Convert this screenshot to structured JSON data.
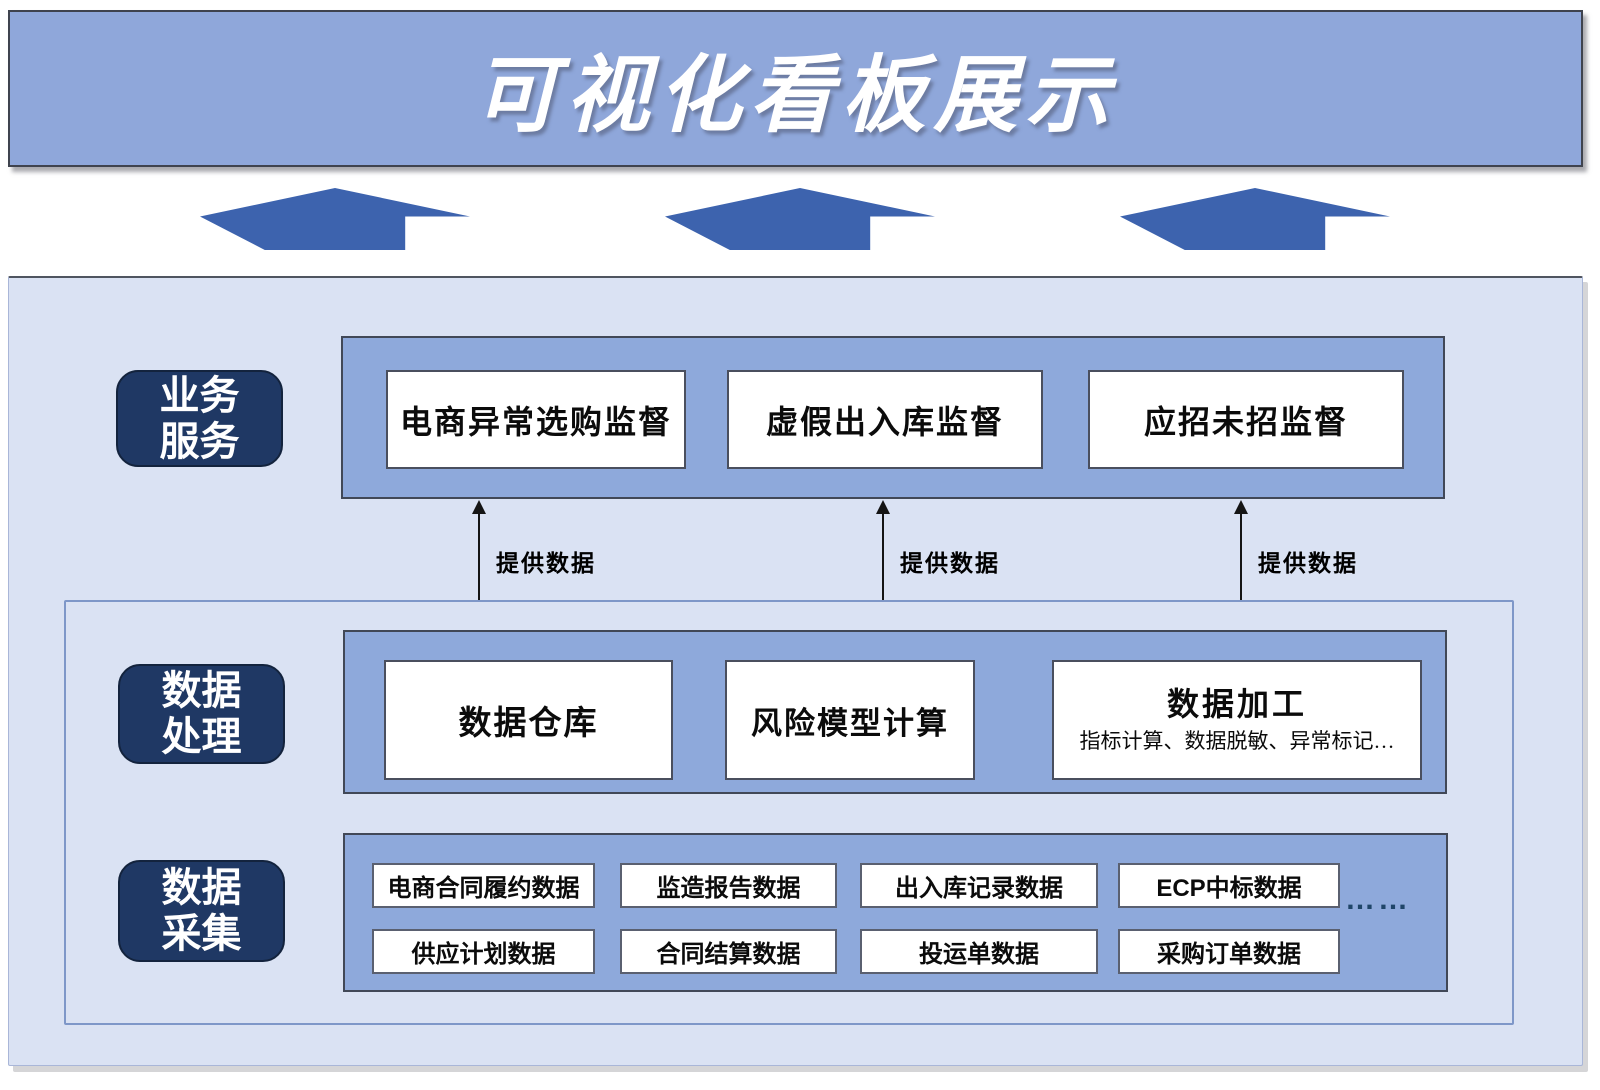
{
  "banner": {
    "title": "可视化看板展示"
  },
  "colors": {
    "banner_fill": "#8FA7DA",
    "block_arrow": "#3D63AE",
    "panel_light": "#DAE2F3",
    "section_blue": "#8EA9DB",
    "label_navy": "#1F3864",
    "box_white": "#FFFFFF"
  },
  "business": {
    "label": [
      "业务",
      "服务"
    ],
    "boxes": [
      "电商异常选购监督",
      "虚假出入库监督",
      "应招未招监督"
    ]
  },
  "flow_labels": [
    "提供数据",
    "提供数据",
    "提供数据"
  ],
  "processing": {
    "label": [
      "数据",
      "处理"
    ],
    "boxes": [
      {
        "title": "数据仓库"
      },
      {
        "title": "风险模型计算"
      },
      {
        "title": "数据加工",
        "subtitle": "指标计算、数据脱敏、异常标记…"
      }
    ]
  },
  "collection": {
    "label": [
      "数据",
      "采集"
    ],
    "row1": [
      "电商合同履约数据",
      "监造报告数据",
      "出入库记录数据",
      "ECP中标数据"
    ],
    "row2": [
      "供应计划数据",
      "合同结算数据",
      "投运单数据",
      "采购订单数据"
    ],
    "ellipsis": "……"
  }
}
